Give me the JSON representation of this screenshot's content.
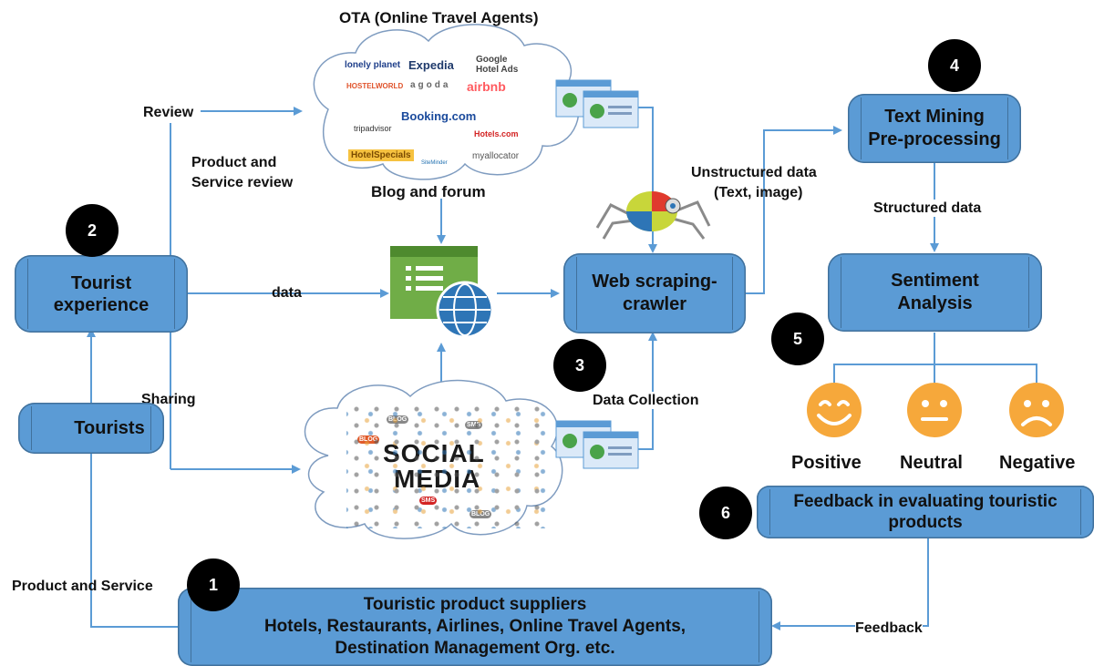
{
  "ota_title": "OTA (Online Travel Agents)",
  "blog_forum": "Blog and forum",
  "ota_brands": [
    "lonely planet",
    "Expedia",
    "Google Hotel Ads",
    "HOSTELWORLD",
    "agoda",
    "airbnb",
    "tripadvisor",
    "Booking.com",
    "Hotels.com",
    "HotelSpecials",
    "SiteMinder",
    "myallocator"
  ],
  "social_media": [
    "SOCIAL",
    "MEDIA"
  ],
  "social_tags": [
    "BLOG",
    "SMS",
    "BLOG",
    "SMS",
    "BLOG"
  ],
  "labels": {
    "review": "Review",
    "product_service_review": [
      "Product and",
      "Service review"
    ],
    "data": "data",
    "sharing": "Sharing",
    "product_and_service": "Product and Service",
    "unstructured": [
      "Unstructured data",
      "(Text, image)"
    ],
    "structured": "Structured data",
    "data_collection": "Data Collection",
    "feedback": "Feedback"
  },
  "nodes": {
    "tourist_experience": [
      "Tourist",
      "experience"
    ],
    "tourists": "Tourists",
    "web_scraping": [
      "Web scraping-",
      "crawler"
    ],
    "text_mining": [
      "Text Mining",
      "Pre-processing"
    ],
    "sentiment": [
      "Sentiment",
      "Analysis"
    ],
    "feedback_eval": [
      "Feedback in evaluating touristic",
      "products"
    ],
    "suppliers": [
      "Touristic product suppliers",
      "Hotels, Restaurants, Airlines, Online Travel Agents,",
      "Destination Management Org. etc."
    ]
  },
  "steps": [
    "1",
    "2",
    "3",
    "4",
    "5",
    "6"
  ],
  "sentiments": [
    "Positive",
    "Neutral",
    "Negative"
  ],
  "colors": {
    "node": "#5b9bd5",
    "arrow": "#5b9bd5",
    "face": "#f6a83b",
    "badge": "#000000"
  }
}
